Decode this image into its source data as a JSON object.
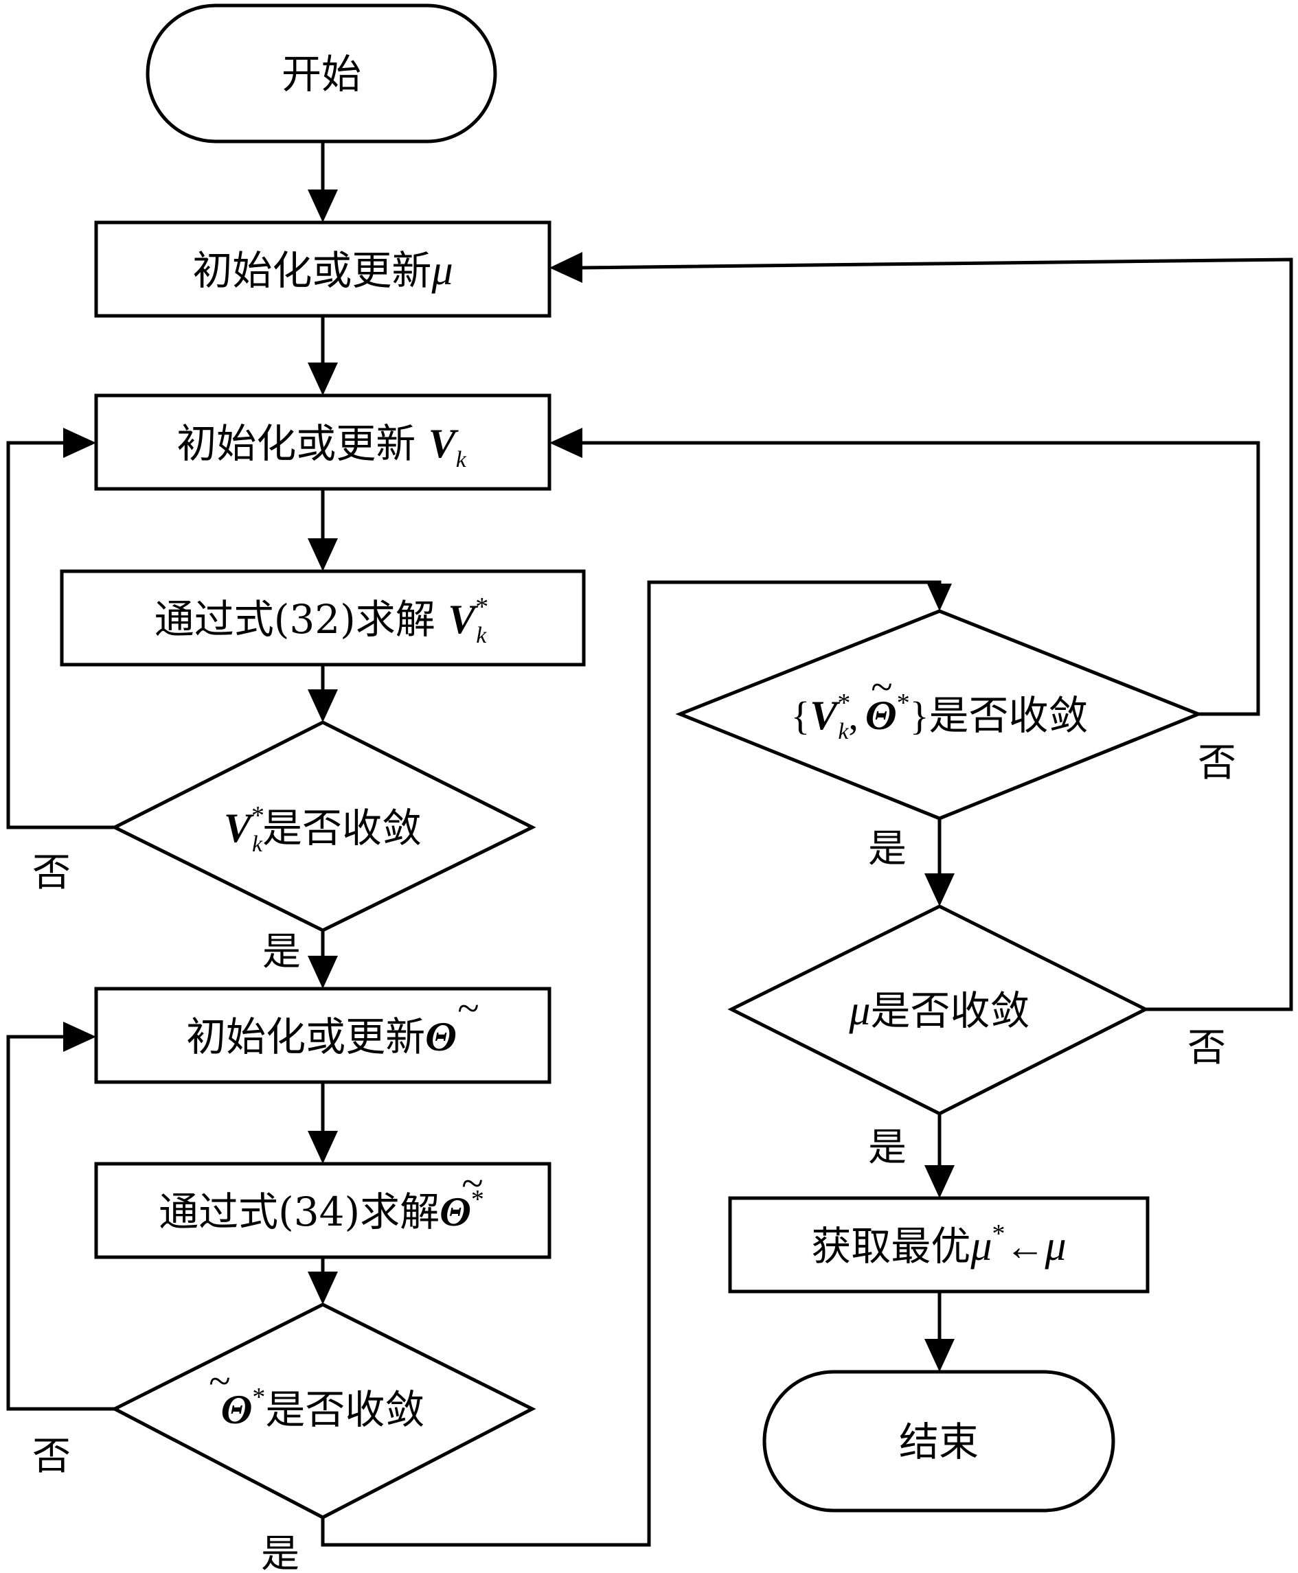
{
  "nodes": {
    "start": {
      "text": "开始"
    },
    "init_mu": {
      "prefix": "初始化或更新",
      "var": "μ"
    },
    "init_vk": {
      "prefix": "初始化或更新 ",
      "var": "V",
      "sub": "k"
    },
    "solve_vk": {
      "prefix": "通过式(32)求解 ",
      "var": "V",
      "sub": "k",
      "sup": "*"
    },
    "check_vk": {
      "var": "V",
      "sub": "k",
      "sup": "*",
      "suffix": "是否收敛"
    },
    "init_theta": {
      "prefix": "初始化或更新",
      "var": "Θ",
      "tilde": "~"
    },
    "solve_theta": {
      "prefix": "通过式(34)求解",
      "var": "Θ",
      "tilde": "~",
      "sup": "*"
    },
    "check_theta": {
      "var": "Θ",
      "tilde": "~",
      "sup": "*",
      "suffix": "是否收敛"
    },
    "check_joint": {
      "open": "{",
      "var1": "V",
      "sub1": "k",
      "sup1": "*",
      "comma": ",",
      "var2": "Θ",
      "tilde2": "~",
      "sup2": "*",
      "close": "}",
      "suffix": "是否收敛"
    },
    "check_mu": {
      "var": "μ",
      "suffix": "是否收敛"
    },
    "get_optimal": {
      "prefix": "获取最优",
      "var": "μ",
      "sup": "*",
      "arrow": "←",
      "var2": "μ"
    },
    "end": {
      "text": "结束"
    }
  },
  "edge_labels": {
    "vk_no": "否",
    "vk_yes": "是",
    "theta_no": "否",
    "theta_yes": "是",
    "joint_no": "否",
    "joint_yes": "是",
    "mu_no": "否",
    "mu_yes": "是"
  }
}
